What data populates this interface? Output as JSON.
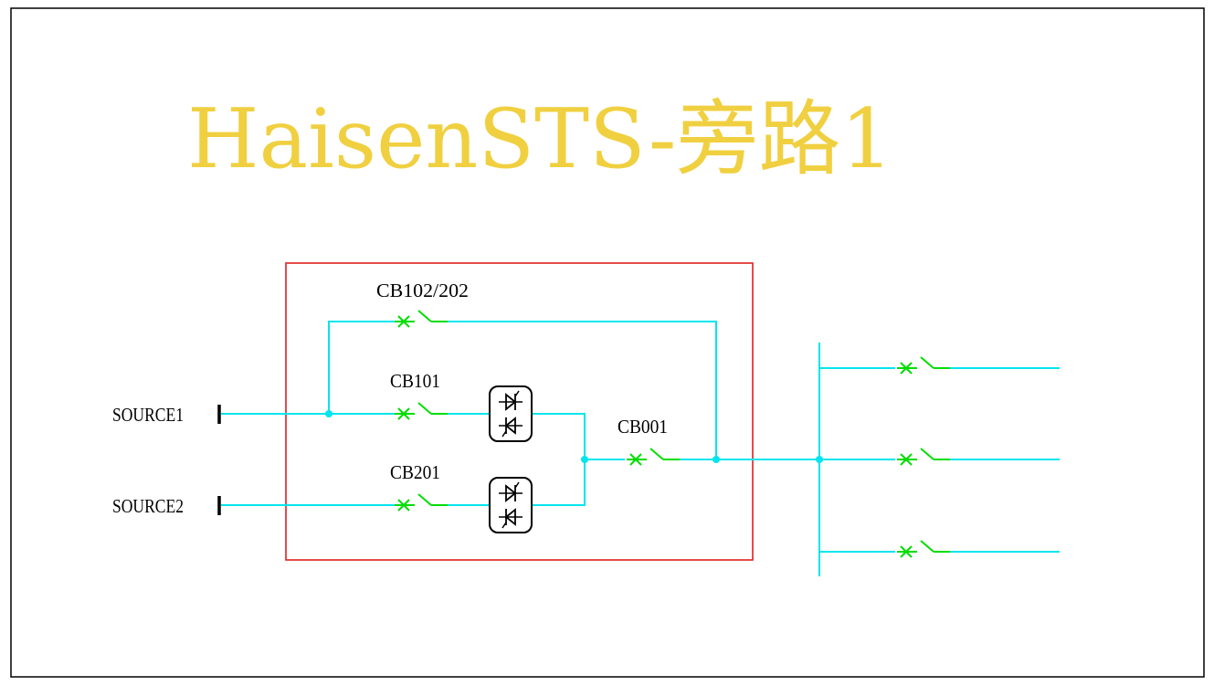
{
  "title": "HaisenSTS-旁路1",
  "labels": {
    "source1": "SOURCE1",
    "source2": "SOURCE2",
    "cb102_202": "CB102/202",
    "cb101": "CB101",
    "cb201": "CB201",
    "cb001": "CB001"
  },
  "colors": {
    "frame": "#000000",
    "title": "#f0d040",
    "enclosure": "#e02020",
    "bus": "#00e5ee",
    "breaker": "#00dd00",
    "scr": "#000000",
    "source_terminal": "#000000"
  },
  "icons": {
    "breaker": "circuit-breaker-icon",
    "scr": "thyristor-switch-icon",
    "junction": "junction-dot-icon",
    "source": "source-terminal-icon"
  }
}
